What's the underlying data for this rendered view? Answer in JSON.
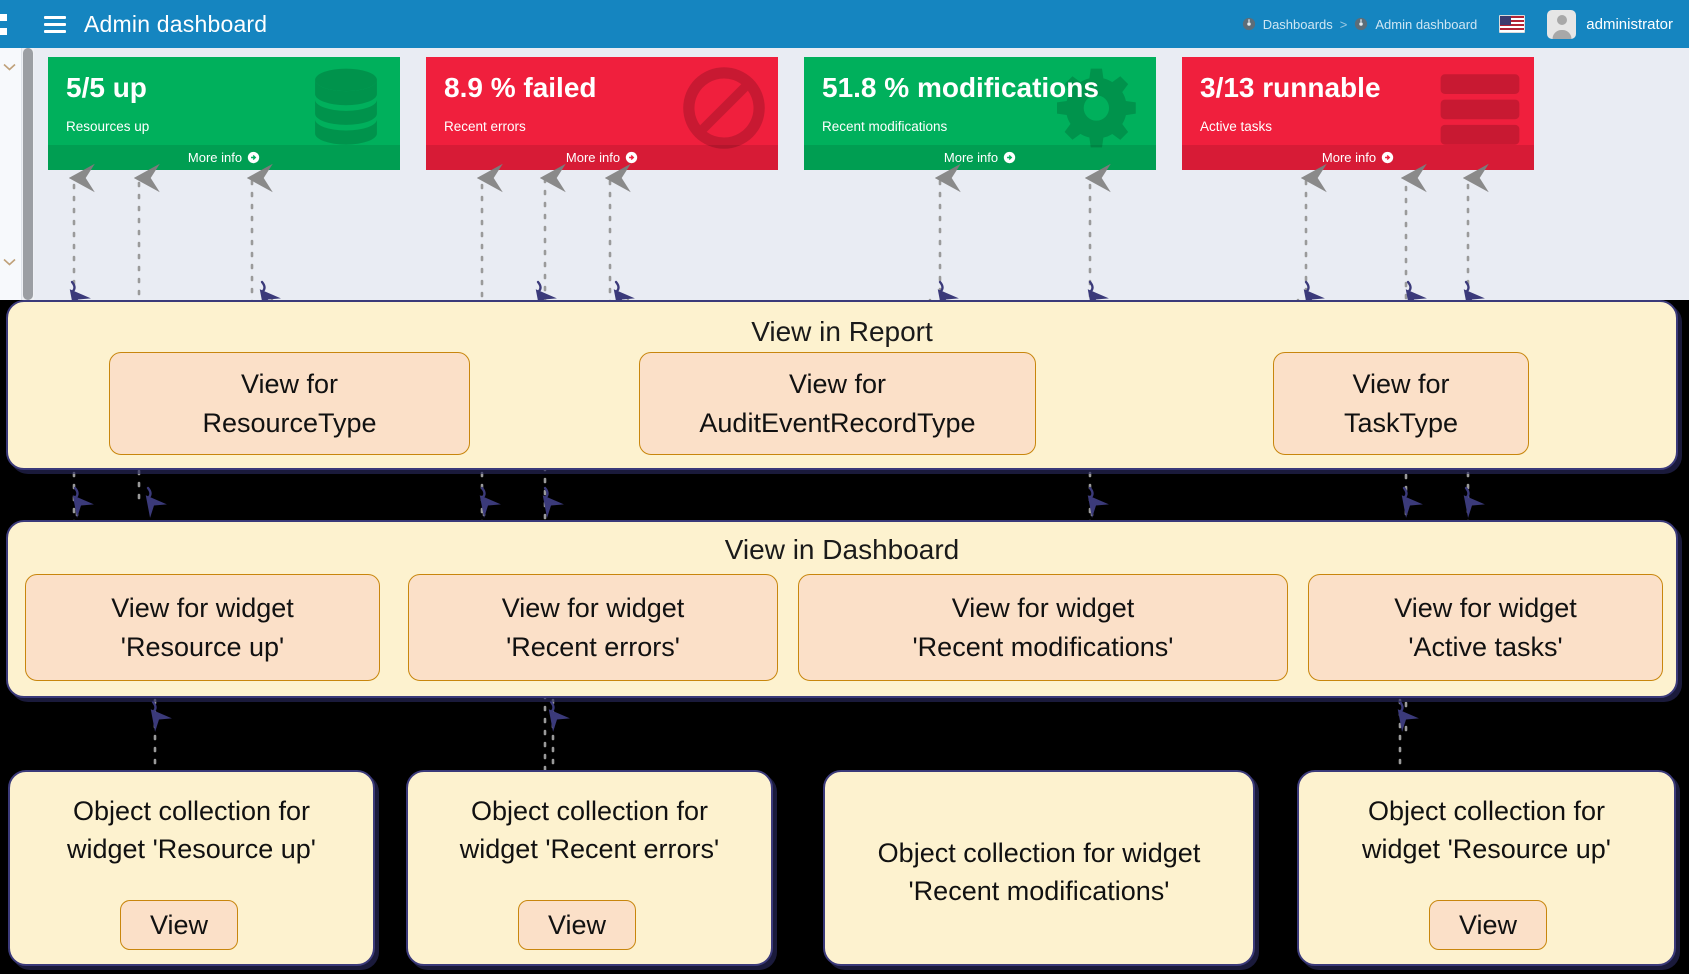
{
  "topbar": {
    "menu_icon": "hamburger-icon",
    "title": "Admin dashboard",
    "breadcrumb": [
      {
        "icon": "dashboard-icon",
        "label": "Dashboards"
      },
      {
        "icon": "dashboard-icon",
        "label": "Admin dashboard"
      }
    ],
    "breadcrumb_separator": ">",
    "locale_icon": "us-flag-icon",
    "avatar_icon": "user-avatar-icon",
    "username": "administrator",
    "background_color": "#1585c0"
  },
  "cards": [
    {
      "value": "5/5 up",
      "label": "Resources up",
      "more_info": "More info",
      "color": "#00b05c",
      "variant": "green",
      "icon": "database-stack-icon"
    },
    {
      "value": "8.9 % failed",
      "label": "Recent errors",
      "more_info": "More info",
      "color": "#f01f3d",
      "variant": "red",
      "icon": "ban-icon"
    },
    {
      "value": "51.8 % modifications",
      "label": "Recent modifications",
      "more_info": "More info",
      "color": "#00b05c",
      "variant": "green",
      "icon": "gear-icon"
    },
    {
      "value": "3/13 runnable",
      "label": "Active tasks",
      "more_info": "More info",
      "color": "#f01f3d",
      "variant": "red",
      "icon": "task-list-icon"
    }
  ],
  "diagram": {
    "report_group": {
      "title": "View in Report",
      "nodes": [
        {
          "line1": "View for",
          "line2": "ResourceType"
        },
        {
          "line1": "View for",
          "line2": "AuditEventRecordType"
        },
        {
          "line1": "View for",
          "line2": "TaskType"
        }
      ]
    },
    "dashboard_group": {
      "title": "View in Dashboard",
      "nodes": [
        {
          "line1": "View for widget",
          "line2": "'Resource up'"
        },
        {
          "line1": "View for widget",
          "line2": "'Recent errors'"
        },
        {
          "line1": "View for widget",
          "line2": "'Recent modifications'"
        },
        {
          "line1": "View for widget",
          "line2": "'Active tasks'"
        }
      ]
    },
    "collections": [
      {
        "line1": "Object collection for",
        "line2": "widget 'Resource up'",
        "button": "View",
        "has_button": true
      },
      {
        "line1": "Object collection for",
        "line2": "widget 'Recent errors'",
        "button": "View",
        "has_button": true
      },
      {
        "line1": "Object collection for widget",
        "line2": "'Recent modifications'",
        "button": "",
        "has_button": false
      },
      {
        "line1": "Object collection for",
        "line2": "widget 'Resource up'",
        "button": "View",
        "has_button": true
      }
    ],
    "panel_fill": "#fdf2cf",
    "node_fill": "#fbe0c8",
    "panel_border": "#3b3a7a",
    "node_border": "#c8860d"
  }
}
